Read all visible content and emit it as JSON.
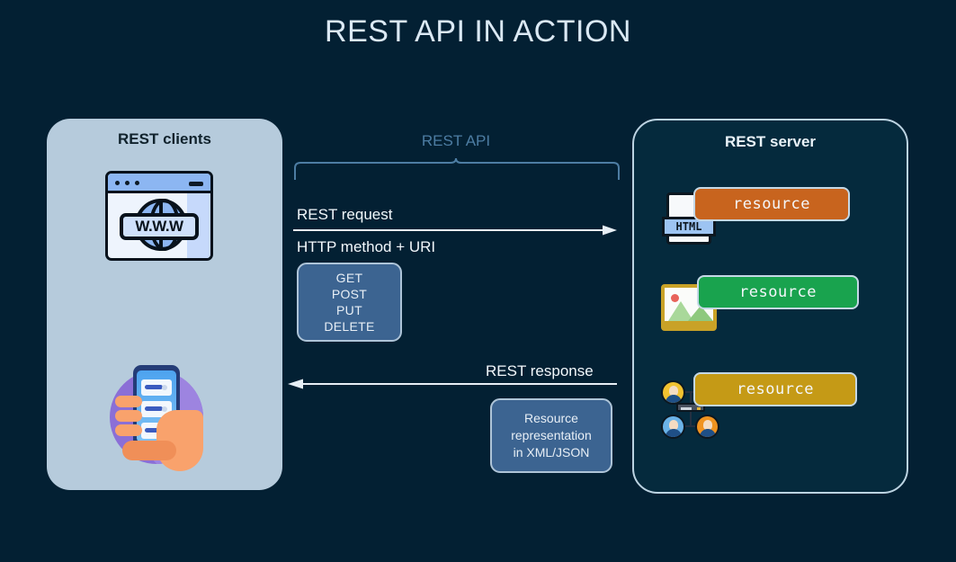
{
  "title": "REST API IN ACTION",
  "colors": {
    "background": "#032033",
    "client_panel": "#b6cbdc",
    "server_panel": "#052a3d",
    "panel_border": "#bcd3e2",
    "api_label": "#4d7da3",
    "box_fill": "#3c6491",
    "resource_html": "#c8641e",
    "resource_image": "#19a34e",
    "resource_users": "#c59a16",
    "text_light": "#f2f7fb",
    "text_dark": "#10222c"
  },
  "client_panel": {
    "title": "REST clients",
    "browser_icon": {
      "name": "browser-window-icon",
      "label": "W.W.W"
    },
    "phone_icon": {
      "name": "hand-holding-phone-icon"
    }
  },
  "api_flow": {
    "bracket_label": "REST API",
    "request": {
      "label": "REST request",
      "sub_label": "HTTP method + URI",
      "direction": "right",
      "methods": [
        "GET",
        "POST",
        "PUT",
        "DELETE"
      ]
    },
    "response": {
      "label": "REST response",
      "direction": "left",
      "box_lines": [
        "Resource",
        "representation",
        "in XML/JSON"
      ]
    }
  },
  "server_panel": {
    "title": "REST server",
    "resources": [
      {
        "label": "resource",
        "color": "#c8641e",
        "icon": "html-file-icon",
        "icon_label": "HTML"
      },
      {
        "label": "resource",
        "color": "#19a34e",
        "icon": "image-file-icon",
        "icon_label": ""
      },
      {
        "label": "resource",
        "color": "#c59a16",
        "icon": "users-network-icon",
        "icon_label": ""
      }
    ]
  }
}
